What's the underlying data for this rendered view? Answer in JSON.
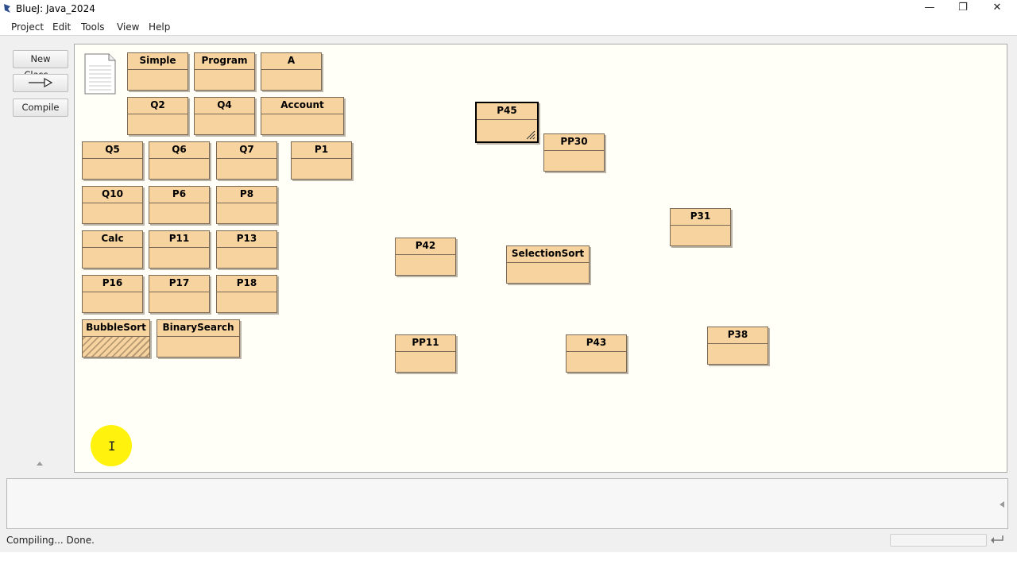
{
  "window": {
    "title": "BlueJ:  Java_2024",
    "controls": {
      "minimize": "—",
      "restore": "❐",
      "close": "✕"
    }
  },
  "menu": [
    {
      "label": "Project"
    },
    {
      "label": "Edit"
    },
    {
      "label": "Tools"
    },
    {
      "label": "View"
    },
    {
      "label": "Help"
    }
  ],
  "toolbar": {
    "new_class": "New Class...",
    "compile": "Compile"
  },
  "classes": [
    {
      "name": "Simple"
    },
    {
      "name": "Program"
    },
    {
      "name": "A"
    },
    {
      "name": "Q2"
    },
    {
      "name": "Q4"
    },
    {
      "name": "Account"
    },
    {
      "name": "Q5"
    },
    {
      "name": "Q6"
    },
    {
      "name": "Q7"
    },
    {
      "name": "P1"
    },
    {
      "name": "Q10"
    },
    {
      "name": "P6"
    },
    {
      "name": "P8"
    },
    {
      "name": "Calc"
    },
    {
      "name": "P11"
    },
    {
      "name": "P13"
    },
    {
      "name": "P16"
    },
    {
      "name": "P17"
    },
    {
      "name": "P18"
    },
    {
      "name": "BubbleSort",
      "state": "uncompiled"
    },
    {
      "name": "BinarySearch"
    },
    {
      "name": "P45",
      "state": "selected"
    },
    {
      "name": "PP30"
    },
    {
      "name": "P31"
    },
    {
      "name": "P42"
    },
    {
      "name": "SelectionSort"
    },
    {
      "name": "PP11"
    },
    {
      "name": "P43"
    },
    {
      "name": "P38"
    }
  ],
  "status": {
    "message": "Compiling... Done."
  },
  "colors": {
    "class_fill": "#f7d3a0",
    "canvas": "#fffff7",
    "cursor_highlight": "#fff200"
  }
}
